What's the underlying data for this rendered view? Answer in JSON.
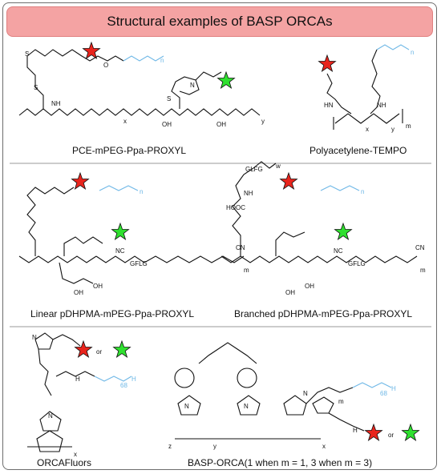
{
  "title": "Structural examples of BASP ORCAs",
  "colors": {
    "title_bg": "#f4a3a3",
    "red_star": "#e8241c",
    "green_star": "#2fe02f",
    "peg_blue": "#6fb8e6"
  },
  "panels": [
    {
      "id": "pce",
      "caption": "PCE-mPEG-Ppa-PROXYL"
    },
    {
      "id": "polyacetylene",
      "caption": "Polyacetylene-TEMPO"
    },
    {
      "id": "linear",
      "caption": "Linear pDHPMA-mPEG-Ppa-PROXYL"
    },
    {
      "id": "branched",
      "caption": "Branched pDHPMA-mPEG-Ppa-PROXYL"
    },
    {
      "id": "orcafluors",
      "caption": "ORCAFluors"
    },
    {
      "id": "basp",
      "caption": "BASP-ORCA(1 when m = 1, 3 when m = 3)"
    }
  ],
  "labels": {
    "or": "or",
    "oh": "OH",
    "o": "O",
    "n": "N",
    "h": "H",
    "s": "S",
    "nh": "NH",
    "hn": "HN",
    "cooh": "HOOC",
    "gflg": "GFLG",
    "glfg": "GLFG",
    "nc": "NC",
    "cn": "CN",
    "x": "x",
    "y": "y",
    "z": "z",
    "m": "m",
    "n_sub": "n",
    "w": "w",
    "sub68": "68"
  }
}
